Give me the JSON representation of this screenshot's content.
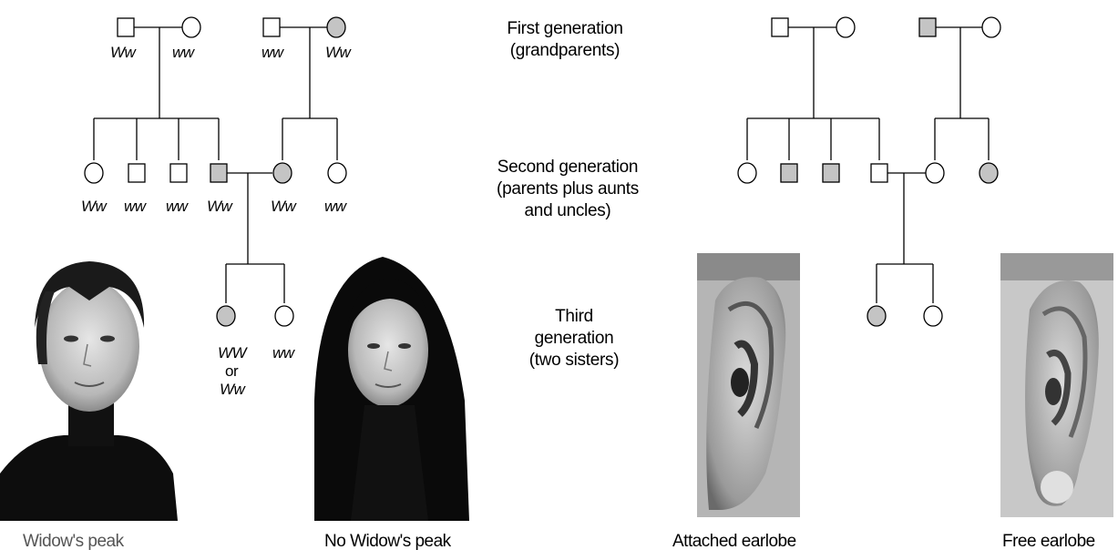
{
  "generation_labels": {
    "first_line1": "First generation",
    "first_line2": "(grandparents)",
    "second_line1": "Second generation",
    "second_line2": "(parents plus aunts",
    "second_line3": "and uncles)",
    "third_line1": "Third",
    "third_line2": "generation",
    "third_line3": "(two sisters)"
  },
  "widows_peak_pedigree": {
    "gen1_left": [
      "Ww",
      "ww"
    ],
    "gen1_right": [
      "ww",
      "Ww"
    ],
    "gen2": [
      "Ww",
      "ww",
      "ww",
      "Ww",
      "Ww",
      "ww"
    ],
    "gen3_sister1": [
      "WW",
      "or",
      "Ww"
    ],
    "gen3_sister2": "ww"
  },
  "captions": {
    "widows_peak": "Widow's peak",
    "no_widows_peak": "No Widow's peak",
    "attached_earlobe": "Attached earlobe",
    "free_earlobe": "Free earlobe"
  },
  "colors": {
    "affected": "#c4c4c4",
    "unaffected": "#ffffff",
    "line": "#000000"
  }
}
